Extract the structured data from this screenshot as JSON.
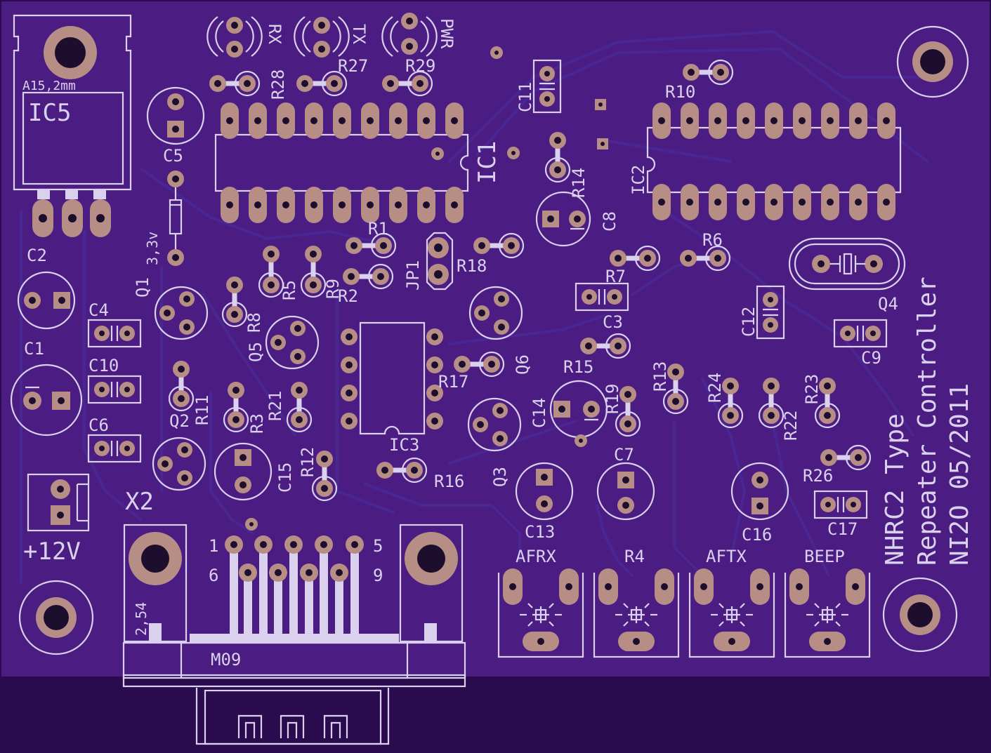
{
  "board": {
    "title_line1": "NHRC2 Type",
    "title_line2": "Repeater Controller",
    "title_line3": "NI2O 05/2011",
    "colors": {
      "background": "#2a0c4e",
      "board": "#4b1c82",
      "silkscreen": "#d9d1ee",
      "pad": "#b78e86"
    }
  },
  "labels": {
    "ic5": "IC5",
    "ic5_spec": "A15,2mm",
    "ic1": "IC1",
    "ic2": "IC2",
    "ic3": "IC3",
    "c2": "C2",
    "c1": "C1",
    "c4": "C4",
    "c10": "C10",
    "c6": "C6",
    "c5": "C5",
    "c8": "C8",
    "c11": "C11",
    "c12": "C12",
    "c3": "C3",
    "c9": "C9",
    "c14": "C14",
    "c7": "C7",
    "c13": "C13",
    "c15": "C15",
    "c16": "C16",
    "c17": "C17",
    "q1": "Q1",
    "q2": "Q2",
    "q3": "Q3",
    "q4": "Q4",
    "q5": "Q5",
    "q6": "Q6",
    "r1": "R1",
    "r2": "R2",
    "r3": "R3",
    "r4": "R4",
    "r5": "R5",
    "r6": "R6",
    "r7": "R7",
    "r8": "R8",
    "r9": "R9",
    "r10": "R10",
    "r11": "R11",
    "r12": "R12",
    "r13": "R13",
    "r14": "R14",
    "r15": "R15",
    "r16": "R16",
    "r17": "R17",
    "r18": "R18",
    "r19": "R19",
    "r21": "R21",
    "r22": "R22",
    "r23": "R23",
    "r24": "R24",
    "r26": "R26",
    "r27": "R27",
    "r28": "R28",
    "r29": "R29",
    "jp1": "JP1",
    "zener": "3,3v",
    "rx": "RX",
    "tx": "TX",
    "pwr": "PWR",
    "x2": "X2",
    "m09": "M09",
    "pitch": "2,54",
    "pin1": "1",
    "pin5": "5",
    "pin6": "6",
    "pin9": "9",
    "power": "+12V",
    "afrx": "AFRX",
    "aftx": "AFTX",
    "beep": "BEEP"
  }
}
